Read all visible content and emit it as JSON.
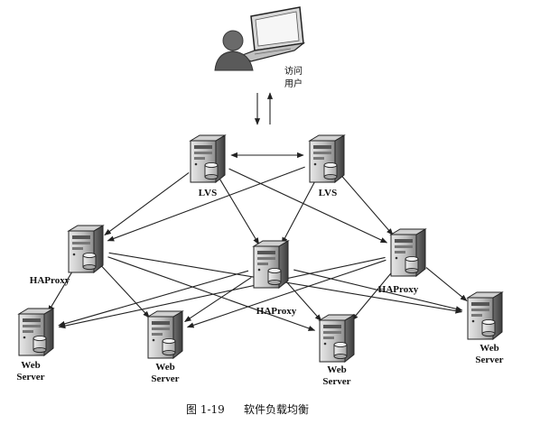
{
  "user": {
    "label_line1": "访问",
    "label_line2": "用户"
  },
  "lvs": [
    {
      "label": "LVS"
    },
    {
      "label": "LVS"
    }
  ],
  "haproxy": [
    {
      "label": "HAProxy"
    },
    {
      "label": "HAProxy"
    },
    {
      "label": "HAProxy"
    }
  ],
  "web_servers": [
    {
      "line1": "Web",
      "line2": "Server"
    },
    {
      "line1": "Web",
      "line2": "Server"
    },
    {
      "line1": "Web",
      "line2": "Server"
    },
    {
      "line1": "Web",
      "line2": "Server"
    }
  ],
  "caption": {
    "figure": "图 1-19",
    "title": "软件负载均衡"
  }
}
